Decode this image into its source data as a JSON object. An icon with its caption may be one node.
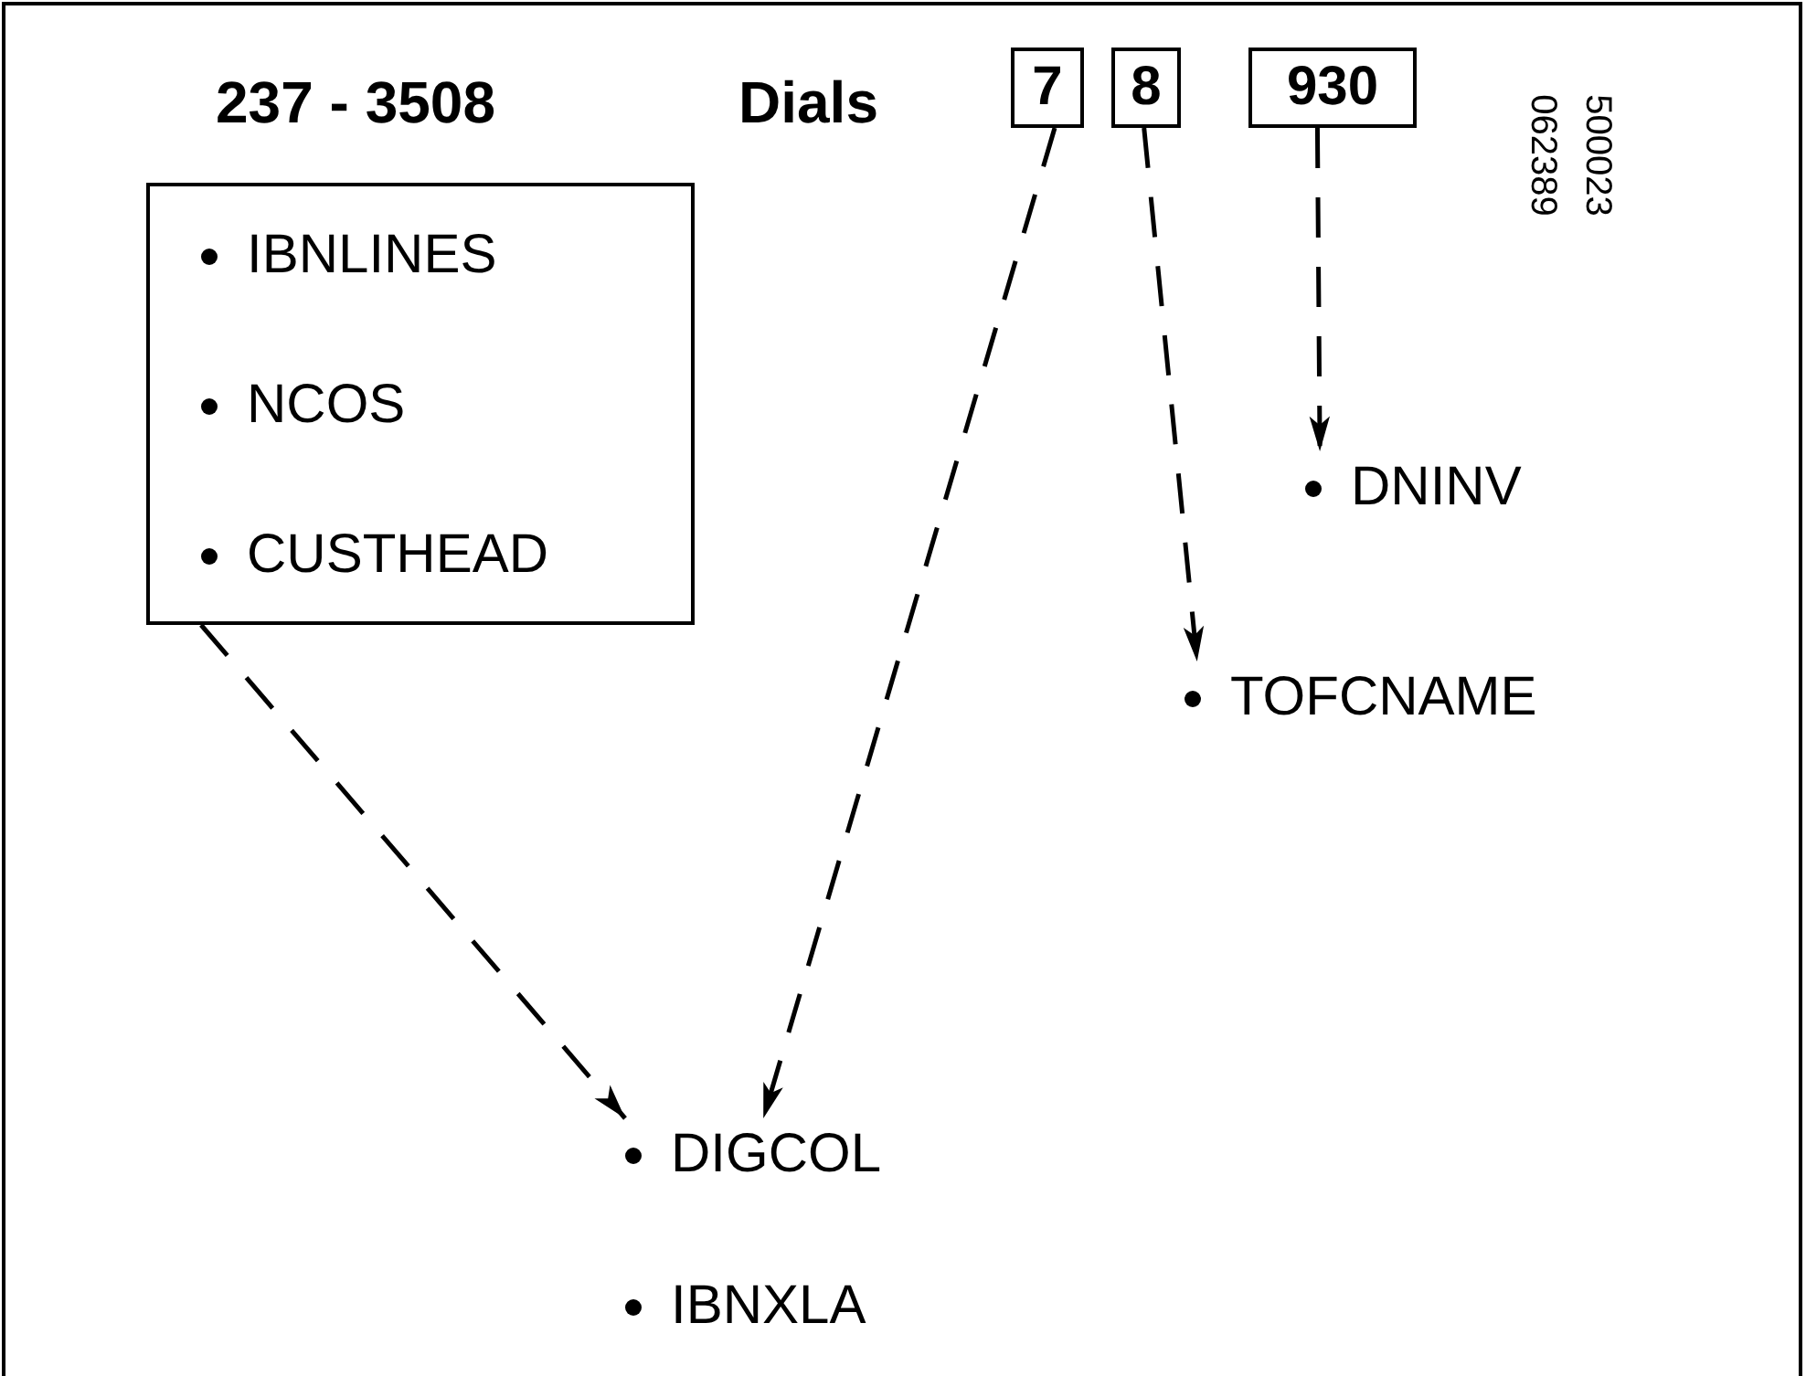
{
  "diagram": {
    "nodes": [
      {
        "text": [
          "IBNLINES",
          "NCOS",
          "CUSTHEAD"
        ]
      },
      {
        "text": [
          "7"
        ]
      },
      {
        "text": [
          "8"
        ]
      },
      {
        "text": [
          "930"
        ]
      },
      {
        "text": [
          "DNINV"
        ]
      },
      {
        "text": [
          "TOFCNAME"
        ]
      },
      {
        "text": [
          "DIGCOL"
        ]
      }
    ],
    "edges": [
      {
        "from": 0,
        "to": 6,
        "arrow": "to",
        "style": "dashed"
      },
      {
        "from": 1,
        "to": 6,
        "arrow": "to",
        "style": "dashed"
      },
      {
        "from": 2,
        "to": 5,
        "arrow": "to",
        "style": "dashed"
      },
      {
        "from": 3,
        "to": 4,
        "arrow": "to",
        "style": "dashed"
      }
    ],
    "labels": [
      "237 - 3508",
      "Dials",
      "500023",
      "062389",
      "IBNXLA"
    ]
  }
}
